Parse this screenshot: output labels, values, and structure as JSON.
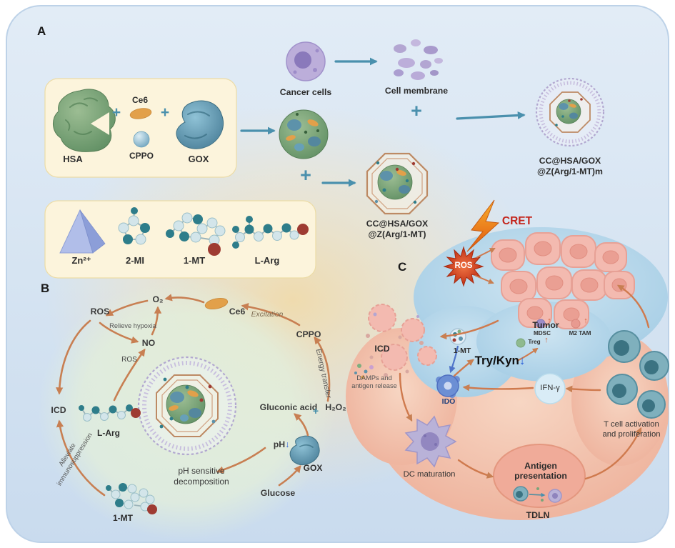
{
  "colors": {
    "background_blue": "#d6e4f2",
    "component_box": "#fcf4dc",
    "arrow_teal": "#4a90ad",
    "arrow_orange": "#c87f52",
    "cret_red": "#c4261d",
    "down_arrow_blue": "#2b5fd9",
    "up_arrow_orange": "#d2603a",
    "hsa_green": "#5c8c60",
    "gox_blue": "#467b95",
    "ce6_orange": "#e2a04a",
    "membrane_purple": "#b2a8d0",
    "tumor_pink": "#f3bab0",
    "tcell_teal": "#7fb0bd"
  },
  "panel_a": {
    "label": "A",
    "box1": {
      "hsa": "HSA",
      "plus1": "+",
      "ce6": "Ce6",
      "cppo": "CPPO",
      "plus2": "+",
      "gox": "GOX"
    },
    "cancer_cells": "Cancer cells",
    "cell_membrane": "Cell membrane",
    "plus_membrane": "+",
    "plus_np": "+",
    "np_mof": {
      "line1": "CC@HSA/GOX",
      "line2": "@Z(Arg/1-MT)"
    },
    "np_mem": {
      "line1": "CC@HSA/GOX",
      "line2": "@Z(Arg/1-MT)m"
    },
    "box2": {
      "zn": "Zn²⁺",
      "mi": "2-MI",
      "mt": "1-MT",
      "arg": "L-Arg"
    }
  },
  "panel_b": {
    "label": "B",
    "ros_top": "ROS",
    "o2": "O₂",
    "ce6": "Ce6",
    "excitation": "Excitation",
    "cppo": "CPPO",
    "energy_transfer": "Energy transfer",
    "relieve_hypoxia": "Relieve hypoxia",
    "no": "NO",
    "ros_small": "ROS",
    "gluconic_acid": "Gluconic acid",
    "plus": "+",
    "h2o2": "H₂O₂",
    "icd": "ICD",
    "l_arg": "L-Arg",
    "ph": "pH",
    "down_arrow": "↓",
    "gox": "GOX",
    "ph_sensitive_line1": "pH sensitive",
    "ph_sensitive_line2": "decomposition",
    "glucose": "Glucose",
    "alleviate_line1": "Alleviate",
    "alleviate_line2": "immunosuppression",
    "one_mt": "1-MT"
  },
  "panel_c": {
    "label": "C",
    "cret": "CRET",
    "ros": "ROS",
    "tumor": "Tumor",
    "icd": "ICD",
    "one_mt": "1-MT",
    "mdsc": "MDSC",
    "m2_tam": "M2 TAM",
    "treg": "Treg",
    "up_arrow": "↑",
    "try_kyn": "Try/Kyn",
    "down_arrow": "↓",
    "ifn": "IFN-γ",
    "ido": "IDO",
    "damps_line1": "DAMPs and",
    "damps_line2": "antigen release",
    "t_cell_line1": "T cell activation",
    "t_cell_line2": "and proliferation",
    "dc_maturation": "DC maturation",
    "antigen_line1": "Antigen",
    "antigen_line2": "presentation",
    "tdln": "TDLN"
  }
}
